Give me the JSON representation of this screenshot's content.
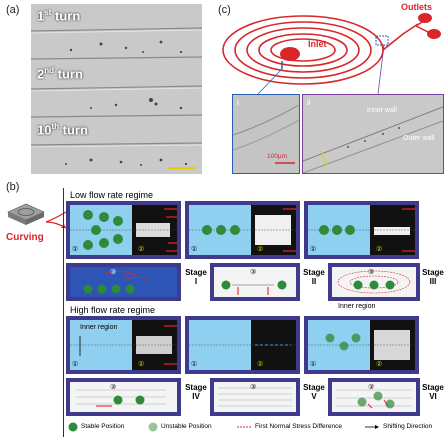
{
  "labels": {
    "a": "(a)",
    "b": "(b)",
    "c": "(c)"
  },
  "panel_a": {
    "turns": [
      {
        "num": "1",
        "sup": "st",
        "word": "turn"
      },
      {
        "num": "2",
        "sup": "nd",
        "word": "turn"
      },
      {
        "num": "10",
        "sup": "th",
        "word": "turn"
      }
    ]
  },
  "panel_c": {
    "inlet": "Inlet",
    "outlets": "Outlets",
    "sub_i": "i",
    "sub_ii": "ii",
    "scale": "100μm",
    "inner_wall": "Inner wall",
    "outer_wall": "Outer wall",
    "colors": {
      "channel": "#d9262a",
      "highlight": "#2b5fb5",
      "ii_frame": "#7a3fa0"
    }
  },
  "panel_b": {
    "curving": "Curving",
    "low_regime": "Low flow rate regime",
    "high_regime": "High flow rate regime",
    "inner_region": "Inner region",
    "stages": [
      "Stage I",
      "Stage II",
      "Stage III",
      "Stage IV",
      "Stage V",
      "Stage VI"
    ],
    "circ1": "①",
    "circ2": "②",
    "circ3": "③",
    "colors": {
      "frame": "#3f3a8c",
      "fluid": "#8fd0f0",
      "particle": "#2e8b3a",
      "stress": "#e0282b"
    }
  },
  "legend": {
    "stable": "Stable Position",
    "unstable": "Unstable Position",
    "normal_stress": "First Normal Stress Difference",
    "shift": "Shifting Direction"
  }
}
